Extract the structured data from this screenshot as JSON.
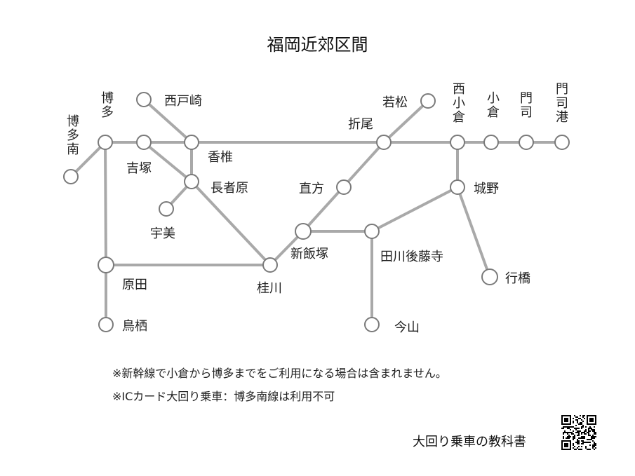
{
  "title": "福岡近郊区間",
  "stations": {
    "hakata_minami": "博多南",
    "hakata": "博多",
    "nishitozaki": "西戸崎",
    "kashii": "香椎",
    "yoshizuka": "吉塚",
    "chojabaru": "長者原",
    "umi": "宇美",
    "haruda": "原田",
    "tosu": "鳥栖",
    "keisen": "桂川",
    "shiniizuka": "新飯塚",
    "nogata": "直方",
    "wakamatsu": "若松",
    "orio": "折尾",
    "nishikokura": "西小倉",
    "kokura": "小倉",
    "moji": "門司",
    "mojiko": "門司港",
    "jono": "城野",
    "tagawagotoji": "田川後藤寺",
    "yukuhashi": "行橋",
    "imayama": "今山"
  },
  "notes": {
    "note1": "※新幹線で小倉から博多までをご利用になる場合は含まれません。",
    "note2": "※ICカード大回り乗車：博多南線は利用不可"
  },
  "credit": "大回り乗車の教科書"
}
